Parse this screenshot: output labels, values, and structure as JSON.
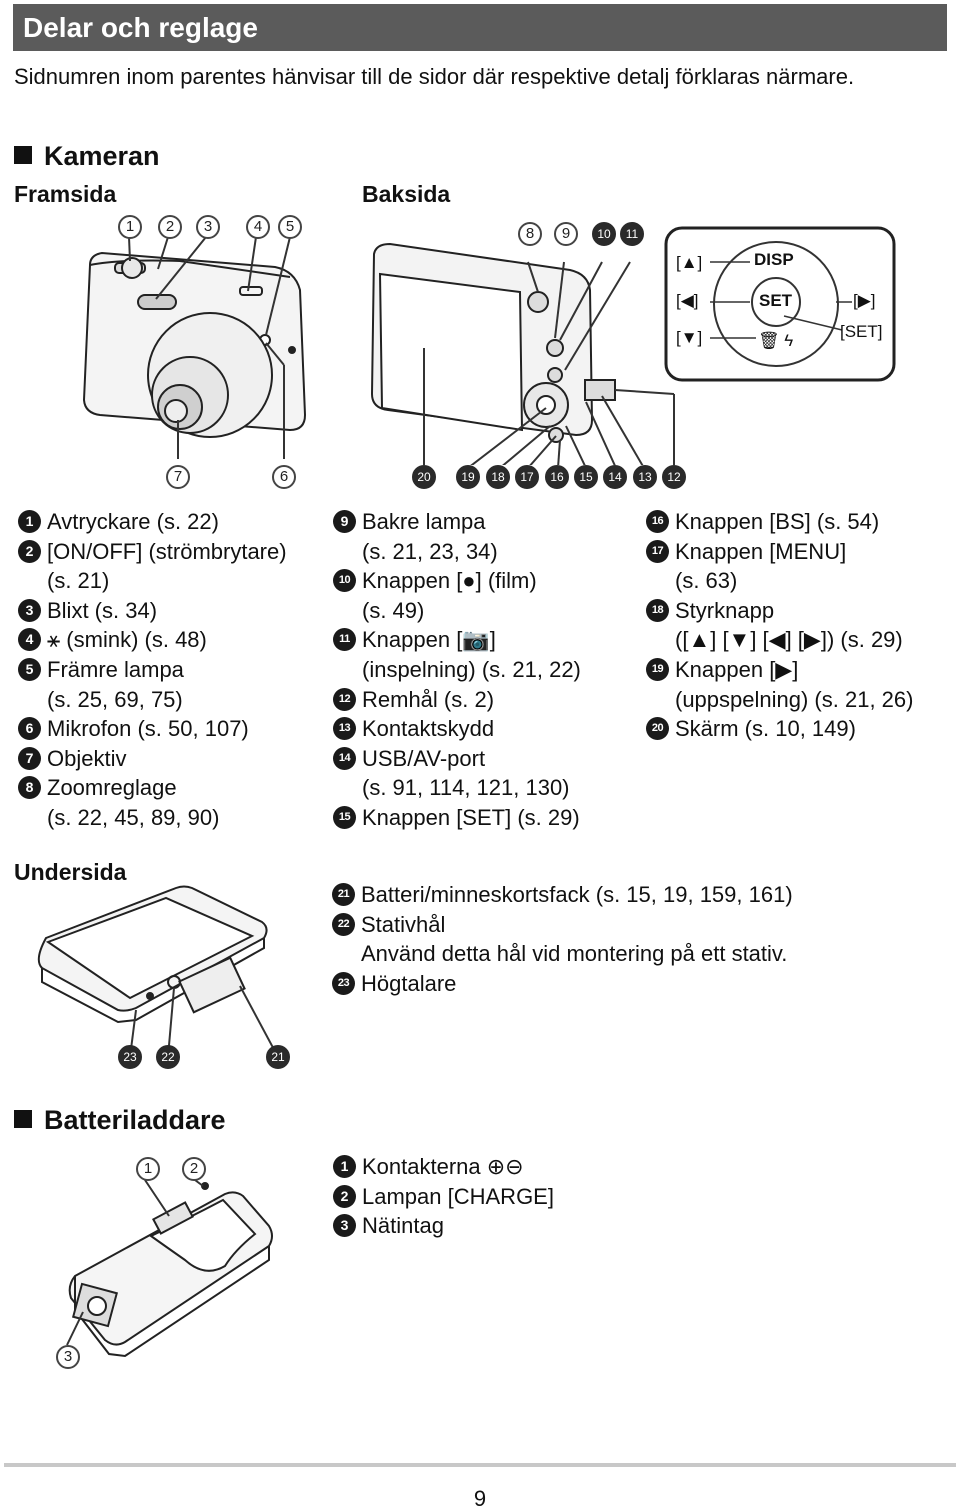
{
  "header": {
    "title": "Delar och reglage"
  },
  "intro": "Sidnumren inom parentes hänvisar till de sidor där respektive detalj förklaras närmare.",
  "camera": {
    "title": "Kameran",
    "front_label": "Framsida",
    "back_label": "Baksida",
    "bottom_label": "Undersida",
    "front_callouts_top": [
      "1",
      "2",
      "3",
      "4",
      "5"
    ],
    "front_callouts_bottom": [
      "7",
      "6"
    ],
    "back_callouts_top": [
      "8",
      "9",
      "10",
      "11"
    ],
    "back_callouts_bottom": [
      "20",
      "19",
      "18",
      "17",
      "16",
      "15",
      "14",
      "13",
      "12"
    ],
    "bottom_callouts": [
      "23",
      "22",
      "21"
    ],
    "control_dial": {
      "up": "[▲]",
      "left": "[◀]",
      "down": "[▼]",
      "right": "[▶]",
      "set_bracket": "[SET]",
      "disp": "DISP",
      "set": "SET",
      "delete_flash": "🗑 ϟ"
    },
    "parts_col1": [
      {
        "num": "1",
        "lines": [
          "Avtryckare (s. 22)"
        ]
      },
      {
        "num": "2",
        "lines": [
          "[ON/OFF] (strömbrytare)",
          "(s. 21)"
        ]
      },
      {
        "num": "3",
        "lines": [
          "Blixt (s. 34)"
        ]
      },
      {
        "num": "4",
        "lines": [
          "⚹ (smink) (s. 48)"
        ]
      },
      {
        "num": "5",
        "lines": [
          "Främre lampa",
          "(s. 25, 69, 75)"
        ]
      },
      {
        "num": "6",
        "lines": [
          "Mikrofon (s. 50, 107)"
        ]
      },
      {
        "num": "7",
        "lines": [
          "Objektiv"
        ]
      },
      {
        "num": "8",
        "lines": [
          "Zoomreglage",
          "(s. 22, 45, 89, 90)"
        ]
      }
    ],
    "parts_col2": [
      {
        "num": "9",
        "lines": [
          "Bakre lampa",
          "(s. 21, 23, 34)"
        ]
      },
      {
        "num": "10",
        "lines": [
          "Knappen [●] (film)",
          "(s. 49)"
        ]
      },
      {
        "num": "11",
        "lines": [
          "Knappen [📷]",
          "(inspelning) (s. 21, 22)"
        ]
      },
      {
        "num": "12",
        "lines": [
          "Remhål (s. 2)"
        ]
      },
      {
        "num": "13",
        "lines": [
          "Kontaktskydd"
        ]
      },
      {
        "num": "14",
        "lines": [
          "USB/AV-port",
          "(s. 91, 114, 121, 130)"
        ]
      },
      {
        "num": "15",
        "lines": [
          "Knappen [SET] (s. 29)"
        ]
      }
    ],
    "parts_col3": [
      {
        "num": "16",
        "lines": [
          "Knappen [BS] (s. 54)"
        ]
      },
      {
        "num": "17",
        "lines": [
          "Knappen [MENU]",
          "(s. 63)"
        ]
      },
      {
        "num": "18",
        "lines": [
          "Styrknapp",
          "([▲] [▼] [◀] [▶]) (s. 29)"
        ]
      },
      {
        "num": "19",
        "lines": [
          "Knappen [▶]",
          "(uppspelning) (s. 21, 26)"
        ]
      },
      {
        "num": "20",
        "lines": [
          "Skärm (s. 10, 149)"
        ]
      }
    ],
    "parts_bottom": [
      {
        "num": "21",
        "lines": [
          "Batteri/minneskortsfack (s. 15, 19, 159, 161)"
        ]
      },
      {
        "num": "22",
        "lines": [
          "Stativhål",
          "Använd detta hål vid montering på ett stativ."
        ]
      },
      {
        "num": "23",
        "lines": [
          "Högtalare"
        ]
      }
    ]
  },
  "charger": {
    "title": "Batteriladdare",
    "callouts_top": [
      "1",
      "2"
    ],
    "callouts_bottom": [
      "3"
    ],
    "parts": [
      {
        "num": "1",
        "lines": [
          "Kontakterna ⊕⊖"
        ]
      },
      {
        "num": "2",
        "lines": [
          "Lampan [CHARGE]"
        ]
      },
      {
        "num": "3",
        "lines": [
          "Nätintag"
        ]
      }
    ]
  },
  "page_number": "9"
}
